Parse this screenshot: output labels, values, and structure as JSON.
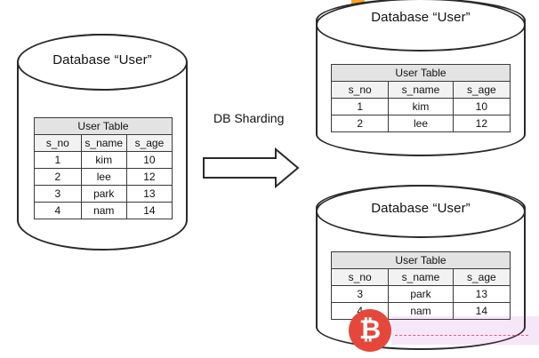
{
  "connector": {
    "label": "DB Sharding"
  },
  "databases": [
    {
      "title": "Database “User”",
      "table": {
        "caption": "User Table",
        "columns": [
          "s_no",
          "s_name",
          "s_age"
        ],
        "rows": [
          [
            "1",
            "kim",
            "10"
          ],
          [
            "2",
            "lee",
            "12"
          ],
          [
            "3",
            "park",
            "13"
          ],
          [
            "4",
            "nam",
            "14"
          ]
        ]
      }
    },
    {
      "title": "Database “User”",
      "table": {
        "caption": "User Table",
        "columns": [
          "s_no",
          "s_name",
          "s_age"
        ],
        "rows": [
          [
            "1",
            "kim",
            "10"
          ],
          [
            "2",
            "lee",
            "12"
          ]
        ]
      }
    },
    {
      "title": "Database “User”",
      "table": {
        "caption": "User Table",
        "columns": [
          "s_no",
          "s_name",
          "s_age"
        ],
        "rows": [
          [
            "3",
            "park",
            "13"
          ],
          [
            "4",
            "nam",
            "14"
          ]
        ]
      }
    }
  ],
  "watermark": {
    "glyph": "₿",
    "color": "#e5483b"
  },
  "colors": {
    "outline": "#2a2a2a",
    "caption_fill": "#e3e3e3",
    "accent": "#f5a524"
  }
}
